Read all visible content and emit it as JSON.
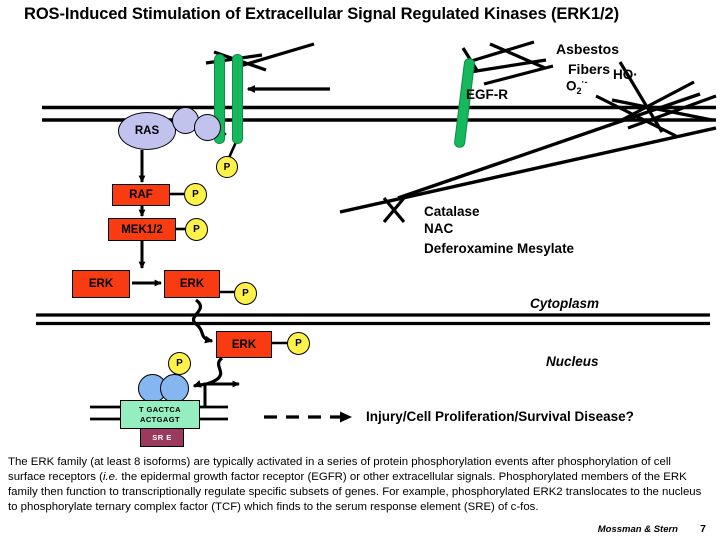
{
  "title": "ROS-Induced Stimulation of Extracellular  Signal Regulated Kinases (ERK1/2)",
  "receptor": {
    "egfr_label": "EGF-R"
  },
  "ros": {
    "asbestos": "Asbestos",
    "fibers": "Fibers",
    "superoxide": "O2·-",
    "superoxide_base": "O",
    "superoxide_sub": "2",
    "superoxide_sup": "·-",
    "hydroxyl": "HO·"
  },
  "cascade": {
    "ras": "RAS",
    "raf": "RAF",
    "mek": "MEK1/2",
    "erk_inactive": "ERK",
    "erk_active": "ERK",
    "erk_nuclear": "ERK",
    "phosphate": "P"
  },
  "nucleus": {
    "dna_top_strand": "T GACTCA",
    "dna_bottom_strand": "ACTGAGT",
    "sre_label": "SR E"
  },
  "inhibitors": {
    "catalase": "Catalase",
    "nac": "NAC",
    "deferoxamine": "Deferoxamine Mesylate"
  },
  "compartments": {
    "cytoplasm": "Cytoplasm",
    "nucleus": "Nucleus"
  },
  "outcome": "Injury/Cell Proliferation/Survival Disease?",
  "caption": "The ERK family (at least 8 isoforms) are typically activated in a series of protein phosphorylation events after phosphorylation of cell surface receptors (i.e. the epidermal growth factor receptor (EGFR) or other extracellular signals. Phosphorylated members of the ERK family then function to transcriptionally regulate specific subsets of genes. For example, phosphorylated ERK2 translocates to the nucleus to phosphorylate ternary complex factor (TCF) which finds to the serum response element (SRE) of c-fos.",
  "credit": "Mossman & Stern",
  "slide_number": "7",
  "colors": {
    "kinase_box": "#f93b12",
    "phosphate": "#fdf24a",
    "ras": "#c2c2ef",
    "receptor": "#15b85c",
    "tcf": "#86b6ef",
    "dna": "#94eec0",
    "sre": "#9c3a5e"
  }
}
